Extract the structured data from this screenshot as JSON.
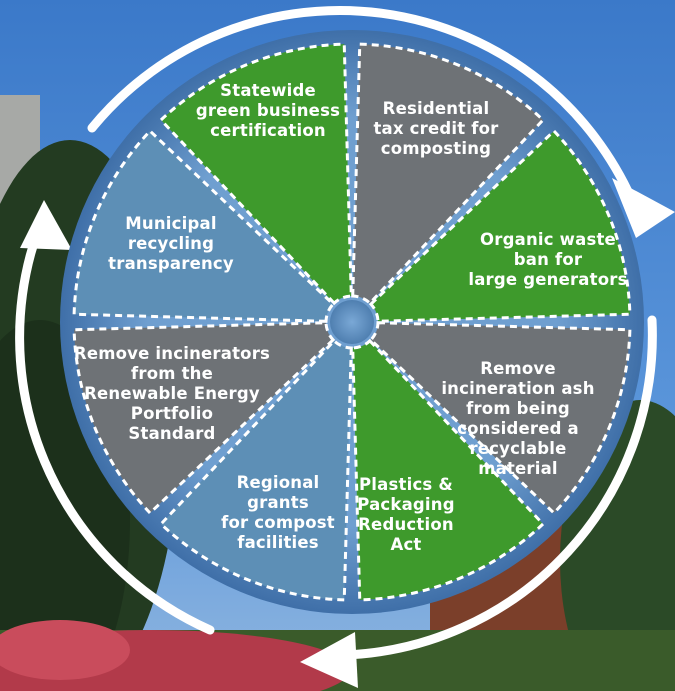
{
  "diagram": {
    "type": "cycle-wheel",
    "segments": [
      {
        "id": "green-biz",
        "lines": [
          "Statewide",
          "green business",
          "certification"
        ],
        "color": "green"
      },
      {
        "id": "compost-credit",
        "lines": [
          "Residential",
          "tax credit for",
          "composting"
        ],
        "color": "gray"
      },
      {
        "id": "organic-ban",
        "lines": [
          "Organic waste",
          "ban for",
          "large generators"
        ],
        "color": "green"
      },
      {
        "id": "ash",
        "lines": [
          "Remove",
          "incineration ash",
          "from being",
          "considered a",
          "recyclable",
          "material"
        ],
        "color": "gray"
      },
      {
        "id": "plastics",
        "lines": [
          "Plastics &",
          "Packaging",
          "Reduction",
          "Act"
        ],
        "color": "green"
      },
      {
        "id": "compost-grants",
        "lines": [
          "Regional",
          "grants",
          "for compost",
          "facilities"
        ],
        "color": "blue"
      },
      {
        "id": "incinerators",
        "lines": [
          "Remove incinerators",
          "from the",
          "Renewable Energy",
          "Portfolio",
          "Standard"
        ],
        "color": "gray"
      },
      {
        "id": "recycling",
        "lines": [
          "Municipal",
          "recycling",
          "transparency"
        ],
        "color": "blue"
      }
    ],
    "colors": {
      "green": "#3e9a2c",
      "gray": "#6e7276",
      "blue": "#5d8fb6",
      "hub": "#5f8fbd",
      "arrow": "#ffffff",
      "sky": "#3e7ed0"
    }
  }
}
